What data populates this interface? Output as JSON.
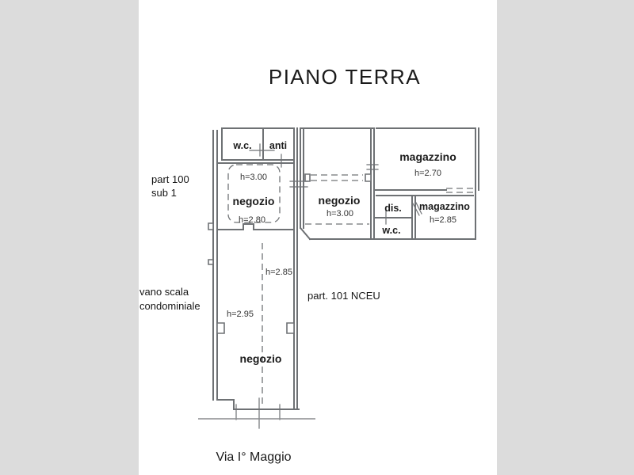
{
  "title": "PIANO TERRA",
  "street": "Via I° Maggio",
  "annotations": {
    "parcel_line1": "part 100",
    "parcel_line2": "sub 1",
    "stair_line1": "vano scala",
    "stair_line2": "condominiale",
    "parcel_main": "part. 101 NCEU"
  },
  "rooms": {
    "wc_top": "w.c.",
    "anti": "anti",
    "negozio_left": {
      "name": "negozio",
      "h_top": "h=3.00",
      "h_bottom": "h=2.80"
    },
    "negozio_center": {
      "name": "negozio",
      "h": "h=3.00"
    },
    "magazzino_top": {
      "name": "magazzino",
      "h": "h=2.70"
    },
    "dis": "dis.",
    "wc_right": "w.c.",
    "magazzino_right": {
      "name": "magazzino",
      "h": "h=2.85"
    },
    "negozio_long": {
      "name": "negozio",
      "h_upper": "h=2.85",
      "h_lower": "h=2.95"
    }
  },
  "colors": {
    "viewer_background": "#dcdcdc",
    "page_background": "#ffffff",
    "wall_line": "#6e7174",
    "text": "#1c1c1c"
  }
}
